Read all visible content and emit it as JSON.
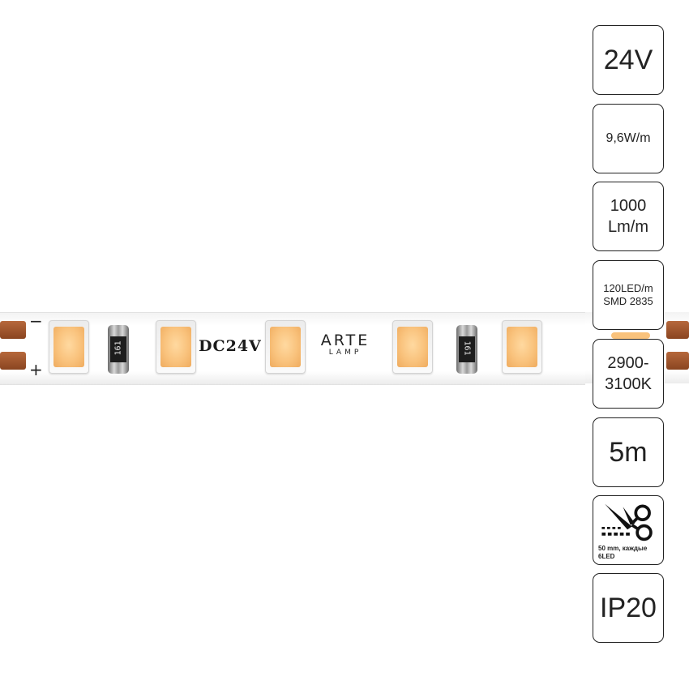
{
  "strip": {
    "polarity_minus": "−",
    "polarity_plus": "+",
    "voltage_print": "DC24V",
    "brand_name": "ARTE",
    "brand_sub": "LAMP",
    "resistor_code": "161",
    "led_color": "#f9c27c",
    "pad_color": "#8a4520"
  },
  "specs": {
    "voltage": "24V",
    "power": "9,6W/m",
    "flux_line1": "1000",
    "flux_line2": "Lm/m",
    "density_line1": "120LED/m",
    "density_line2": "SMD 2835",
    "cct_line1": "2900-",
    "cct_line2": "3100K",
    "length": "5m",
    "cut_icon": "scissors-cut-icon",
    "cut_note": "50 mm, каждые 6LED",
    "ip": "IP20"
  }
}
